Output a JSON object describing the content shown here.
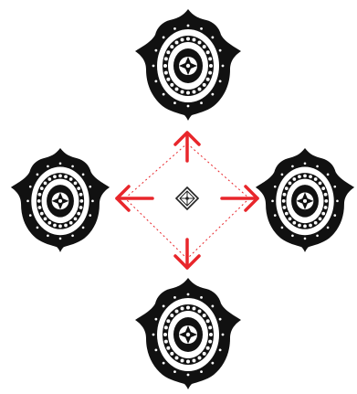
{
  "diagram": {
    "colors": {
      "background": "#ffffff",
      "ornament_fill": "#111111",
      "ornament_detail": "#ffffff",
      "arrow": "#e8262b",
      "guide_line": "#e8262b",
      "center_motif": "#222222"
    },
    "ornaments": [
      {
        "name": "ornament-top",
        "icon": "arabesque-medallion-icon"
      },
      {
        "name": "ornament-left",
        "icon": "arabesque-medallion-icon"
      },
      {
        "name": "ornament-right",
        "icon": "arabesque-medallion-icon"
      },
      {
        "name": "ornament-bottom",
        "icon": "arabesque-medallion-icon"
      }
    ],
    "arrows": [
      {
        "name": "arrow-up",
        "direction": "up"
      },
      {
        "name": "arrow-left",
        "direction": "left"
      },
      {
        "name": "arrow-right",
        "direction": "right"
      },
      {
        "name": "arrow-down",
        "direction": "down"
      }
    ],
    "center": {
      "icon": "diamond-motif-icon"
    },
    "guide": {
      "shape": "dotted-diamond"
    }
  }
}
